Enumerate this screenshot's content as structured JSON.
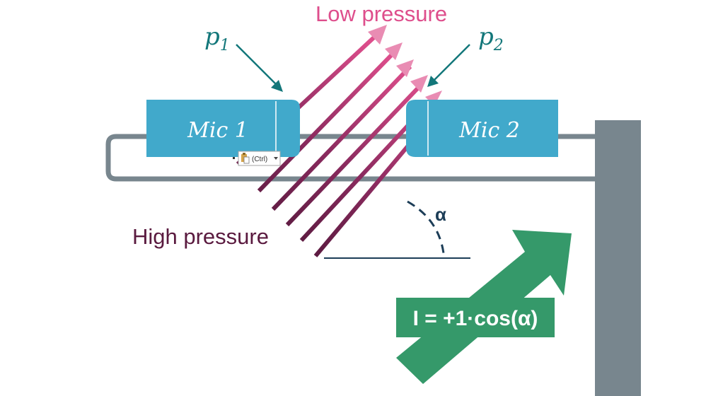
{
  "labels": {
    "low_pressure": "Low pressure",
    "high_pressure": "High pressure",
    "p1_base": "p",
    "p1_sub": "1",
    "p2_base": "p",
    "p2_sub": "2",
    "mic1": "Mic 1",
    "mic2": "Mic 2",
    "alpha": "α",
    "formula": "I = +1·cos(α)",
    "paste_hint": "(Ctrl)"
  },
  "colors": {
    "mic_fill": "#41a9cb",
    "teal_text": "#13777a",
    "pink": "#de4e8c",
    "pink_light": "#e98cb3",
    "wave_dark": "#5a1a3f",
    "rail": "#78868e",
    "green": "#35996a",
    "navy": "#1c3d57"
  },
  "icons": {
    "paste": "clipboard-icon",
    "dropdown": "chevron-down-icon"
  }
}
